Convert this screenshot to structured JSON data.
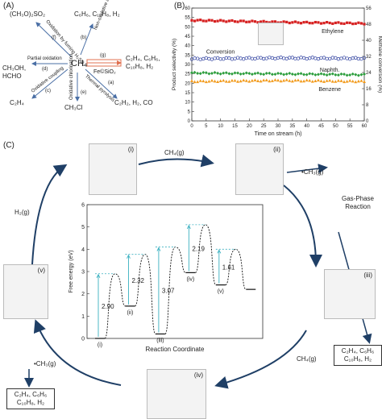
{
  "panels": {
    "a": "(A)",
    "b": "(B)",
    "c": "(C)"
  },
  "panel_a": {
    "center": "CH₄",
    "routes": [
      {
        "letter": "(f)",
        "label": "Oxidation by fuming H₂SO₄",
        "product": "(CH₃O)₂SO₂"
      },
      {
        "letter": "(b)",
        "label": "Non-oxidative aromatization",
        "product": "C₆H₆, C₁₀H₈, H₂"
      },
      {
        "letter": "(d)",
        "label": "Partial oxidation",
        "product": "CH₃OH, HCHO"
      },
      {
        "letter": "(g)",
        "label": "Fe©SiO₂",
        "product": "C₂H₄, C₆H₆, C₁₀H₈, H₂"
      },
      {
        "letter": "(c)",
        "label": "Oxidative coupling",
        "product": "C₂H₄"
      },
      {
        "letter": "(e)",
        "label": "Oxidative chlorination",
        "product": "CH₃Cl"
      },
      {
        "letter": "(a)",
        "label": "Thermal pyrolysis",
        "product": "C₂H₂, H₂, CO"
      }
    ]
  },
  "chart_data": {
    "type": "scatter",
    "xlabel": "Time on stream (h)",
    "ylabel": "Product selectivity (%)",
    "y2label": "Methane conversion (%)",
    "xlim": [
      0,
      60
    ],
    "ylim": [
      0,
      60
    ],
    "y2lim": [
      0,
      56
    ],
    "xticks": [
      0,
      5,
      10,
      15,
      20,
      25,
      30,
      35,
      40,
      45,
      50,
      55,
      60
    ],
    "yticks": [
      0,
      5,
      10,
      15,
      20,
      25,
      30,
      35,
      40,
      45,
      50,
      55,
      60
    ],
    "y2ticks": [
      0,
      8,
      16,
      24,
      32,
      40,
      48,
      56
    ],
    "series": [
      {
        "name": "Ethylene",
        "axis": "left",
        "marker": "square",
        "color": "#d62020",
        "start": 53.5,
        "mid": 52.5,
        "end": 51.8
      },
      {
        "name": "Conversion",
        "axis": "right",
        "marker": "circle-open",
        "color": "#2c3e9e",
        "start": 30.8,
        "mid": 31.2,
        "end": 31.0
      },
      {
        "name": "Naphth.",
        "axis": "left",
        "marker": "diamond",
        "color": "#2e9e3e",
        "start": 25.5,
        "mid": 25.0,
        "end": 24.5
      },
      {
        "name": "Benzene",
        "axis": "left",
        "marker": "triangle",
        "color": "#f29b1d",
        "start": 21.0,
        "mid": 21.5,
        "end": 21.0
      }
    ],
    "n_points": 60
  },
  "panel_c": {
    "reactant_top": "CH₄(g)",
    "reactant_bottom": "CH₄(g)",
    "h2": "H₂(g)",
    "ch3_right": "•CH₃(g)",
    "ch3_left": "•CH₃(g)",
    "gas_phase": "Gas-Phase Reaction",
    "products_right": [
      "C₂H₄, C₆H₆",
      "C₁₀H₈, H₂"
    ],
    "products_left": [
      "C₂H₄, C₆H₆",
      "C₁₀H₈, H₂"
    ],
    "cluster_labels": [
      "(i)",
      "(ii)",
      "(iii)",
      "(iv)",
      "(v)"
    ],
    "energy_profile": {
      "ylabel": "Free energy (eV)",
      "xlabel": "Reaction Coordinate",
      "yticks": [
        "0",
        "1",
        "2",
        "3",
        "4",
        "5",
        "6"
      ],
      "states": [
        {
          "label": "(i)",
          "energy": 0.0
        },
        {
          "label": "(ii)",
          "energy": 1.45
        },
        {
          "label": "(iii)",
          "energy": 0.2
        },
        {
          "label": "(iv)",
          "energy": 2.95
        },
        {
          "label": "(v)",
          "energy": 2.4
        }
      ],
      "barriers": [
        {
          "value": "2.90",
          "ts_energy": 2.9
        },
        {
          "value": "2.32",
          "ts_energy": 3.77
        },
        {
          "value": "3.07",
          "ts_energy": 4.1
        },
        {
          "value": "2.19",
          "ts_energy": 5.1
        },
        {
          "value": "1.61",
          "ts_energy": 4.0
        }
      ]
    }
  }
}
